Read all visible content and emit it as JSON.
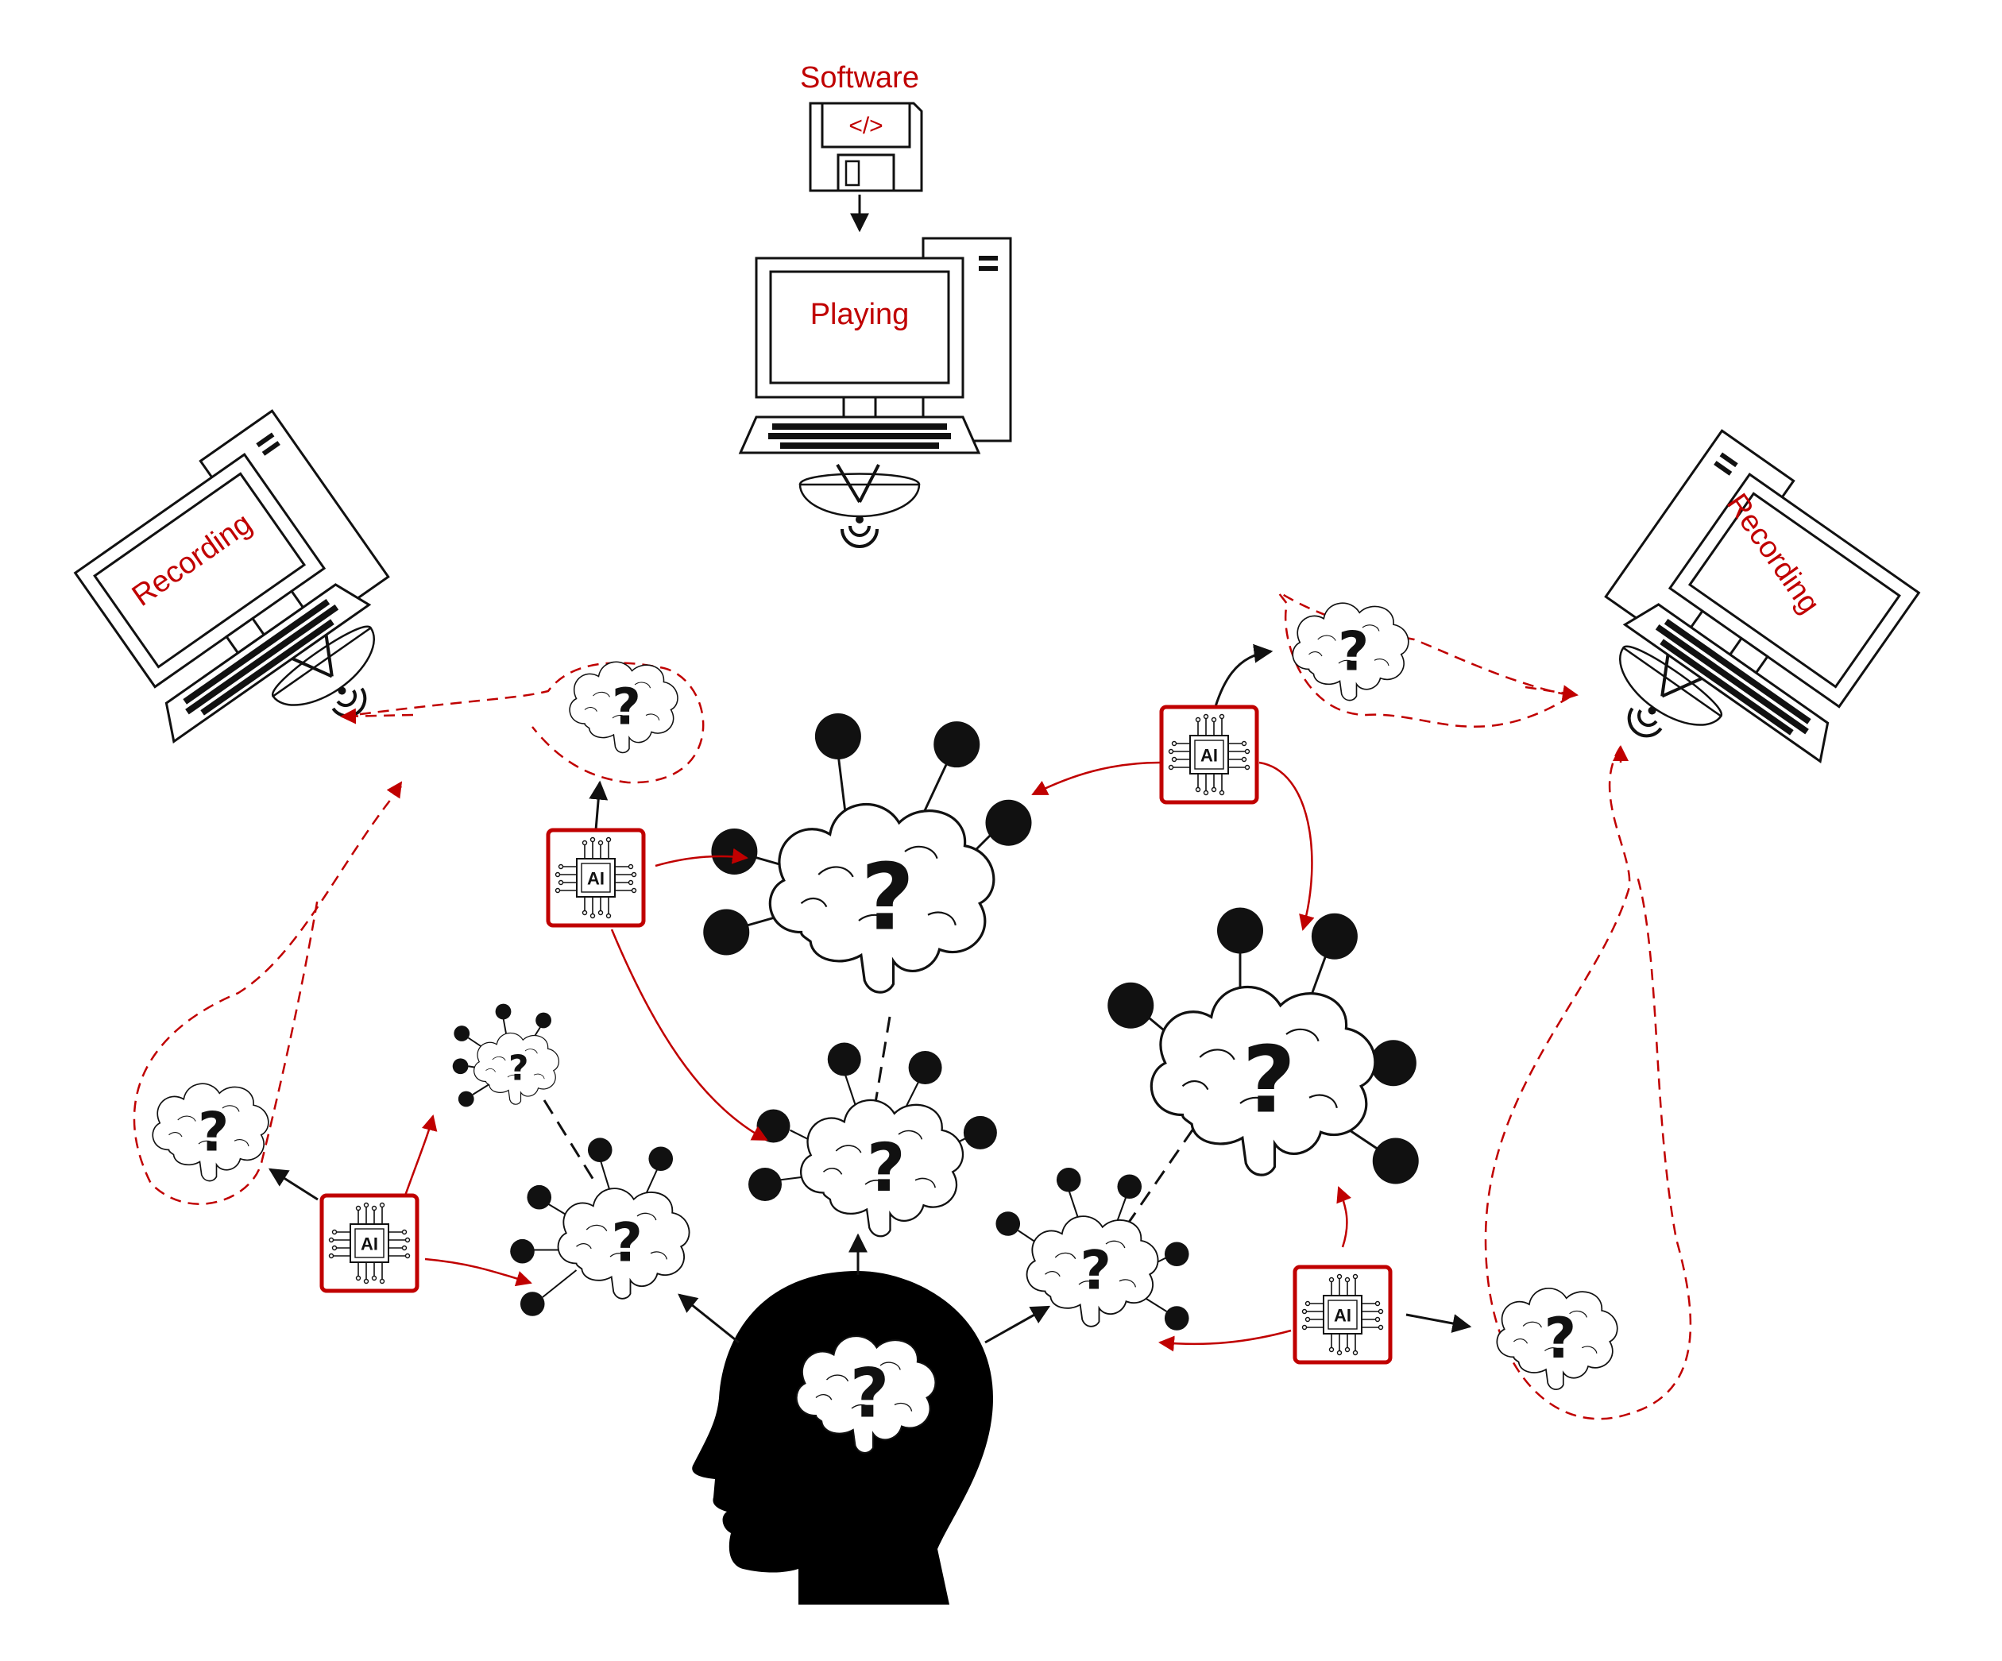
{
  "labels": {
    "software": "Software",
    "code": "</>",
    "playing": "Playing",
    "recording_left": "Recording",
    "recording_right": "Recording"
  },
  "symbols": {
    "question": "?",
    "ai": "AI"
  },
  "colors": {
    "accent": "#c00000",
    "ink": "#111111",
    "background": "#ffffff"
  },
  "icons": [
    "floppy-disk-icon",
    "desktop-computer-icon",
    "satellite-dish-icon",
    "human-head-icon",
    "brain-icon",
    "ai-chip-icon"
  ]
}
